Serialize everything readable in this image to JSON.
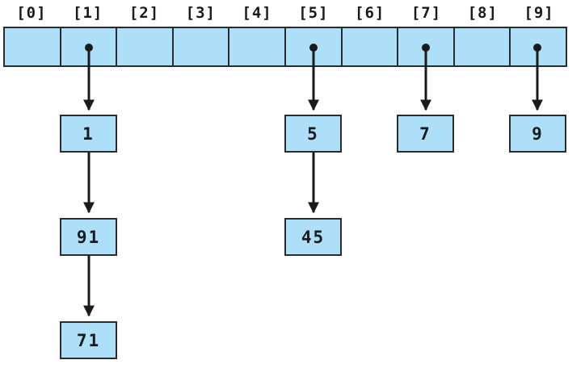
{
  "diagram": {
    "array_labels": [
      "[0]",
      "[1]",
      "[2]",
      "[3]",
      "[4]",
      "[5]",
      "[6]",
      "[7]",
      "[8]",
      "[9]"
    ],
    "chains": [
      {
        "bucket_index": 1,
        "values": [
          "1",
          "91",
          "71"
        ]
      },
      {
        "bucket_index": 5,
        "values": [
          "5",
          "45"
        ]
      },
      {
        "bucket_index": 7,
        "values": [
          "7"
        ]
      },
      {
        "bucket_index": 9,
        "values": [
          "9"
        ]
      }
    ],
    "empty_buckets": [
      0,
      2,
      3,
      4,
      6,
      8
    ],
    "colors": {
      "cell_fill": "#addff8",
      "cell_border": "#2b2b2b",
      "arrow": "#1a1a1a",
      "text": "#1a1a1a",
      "background": "#ffffff"
    }
  }
}
